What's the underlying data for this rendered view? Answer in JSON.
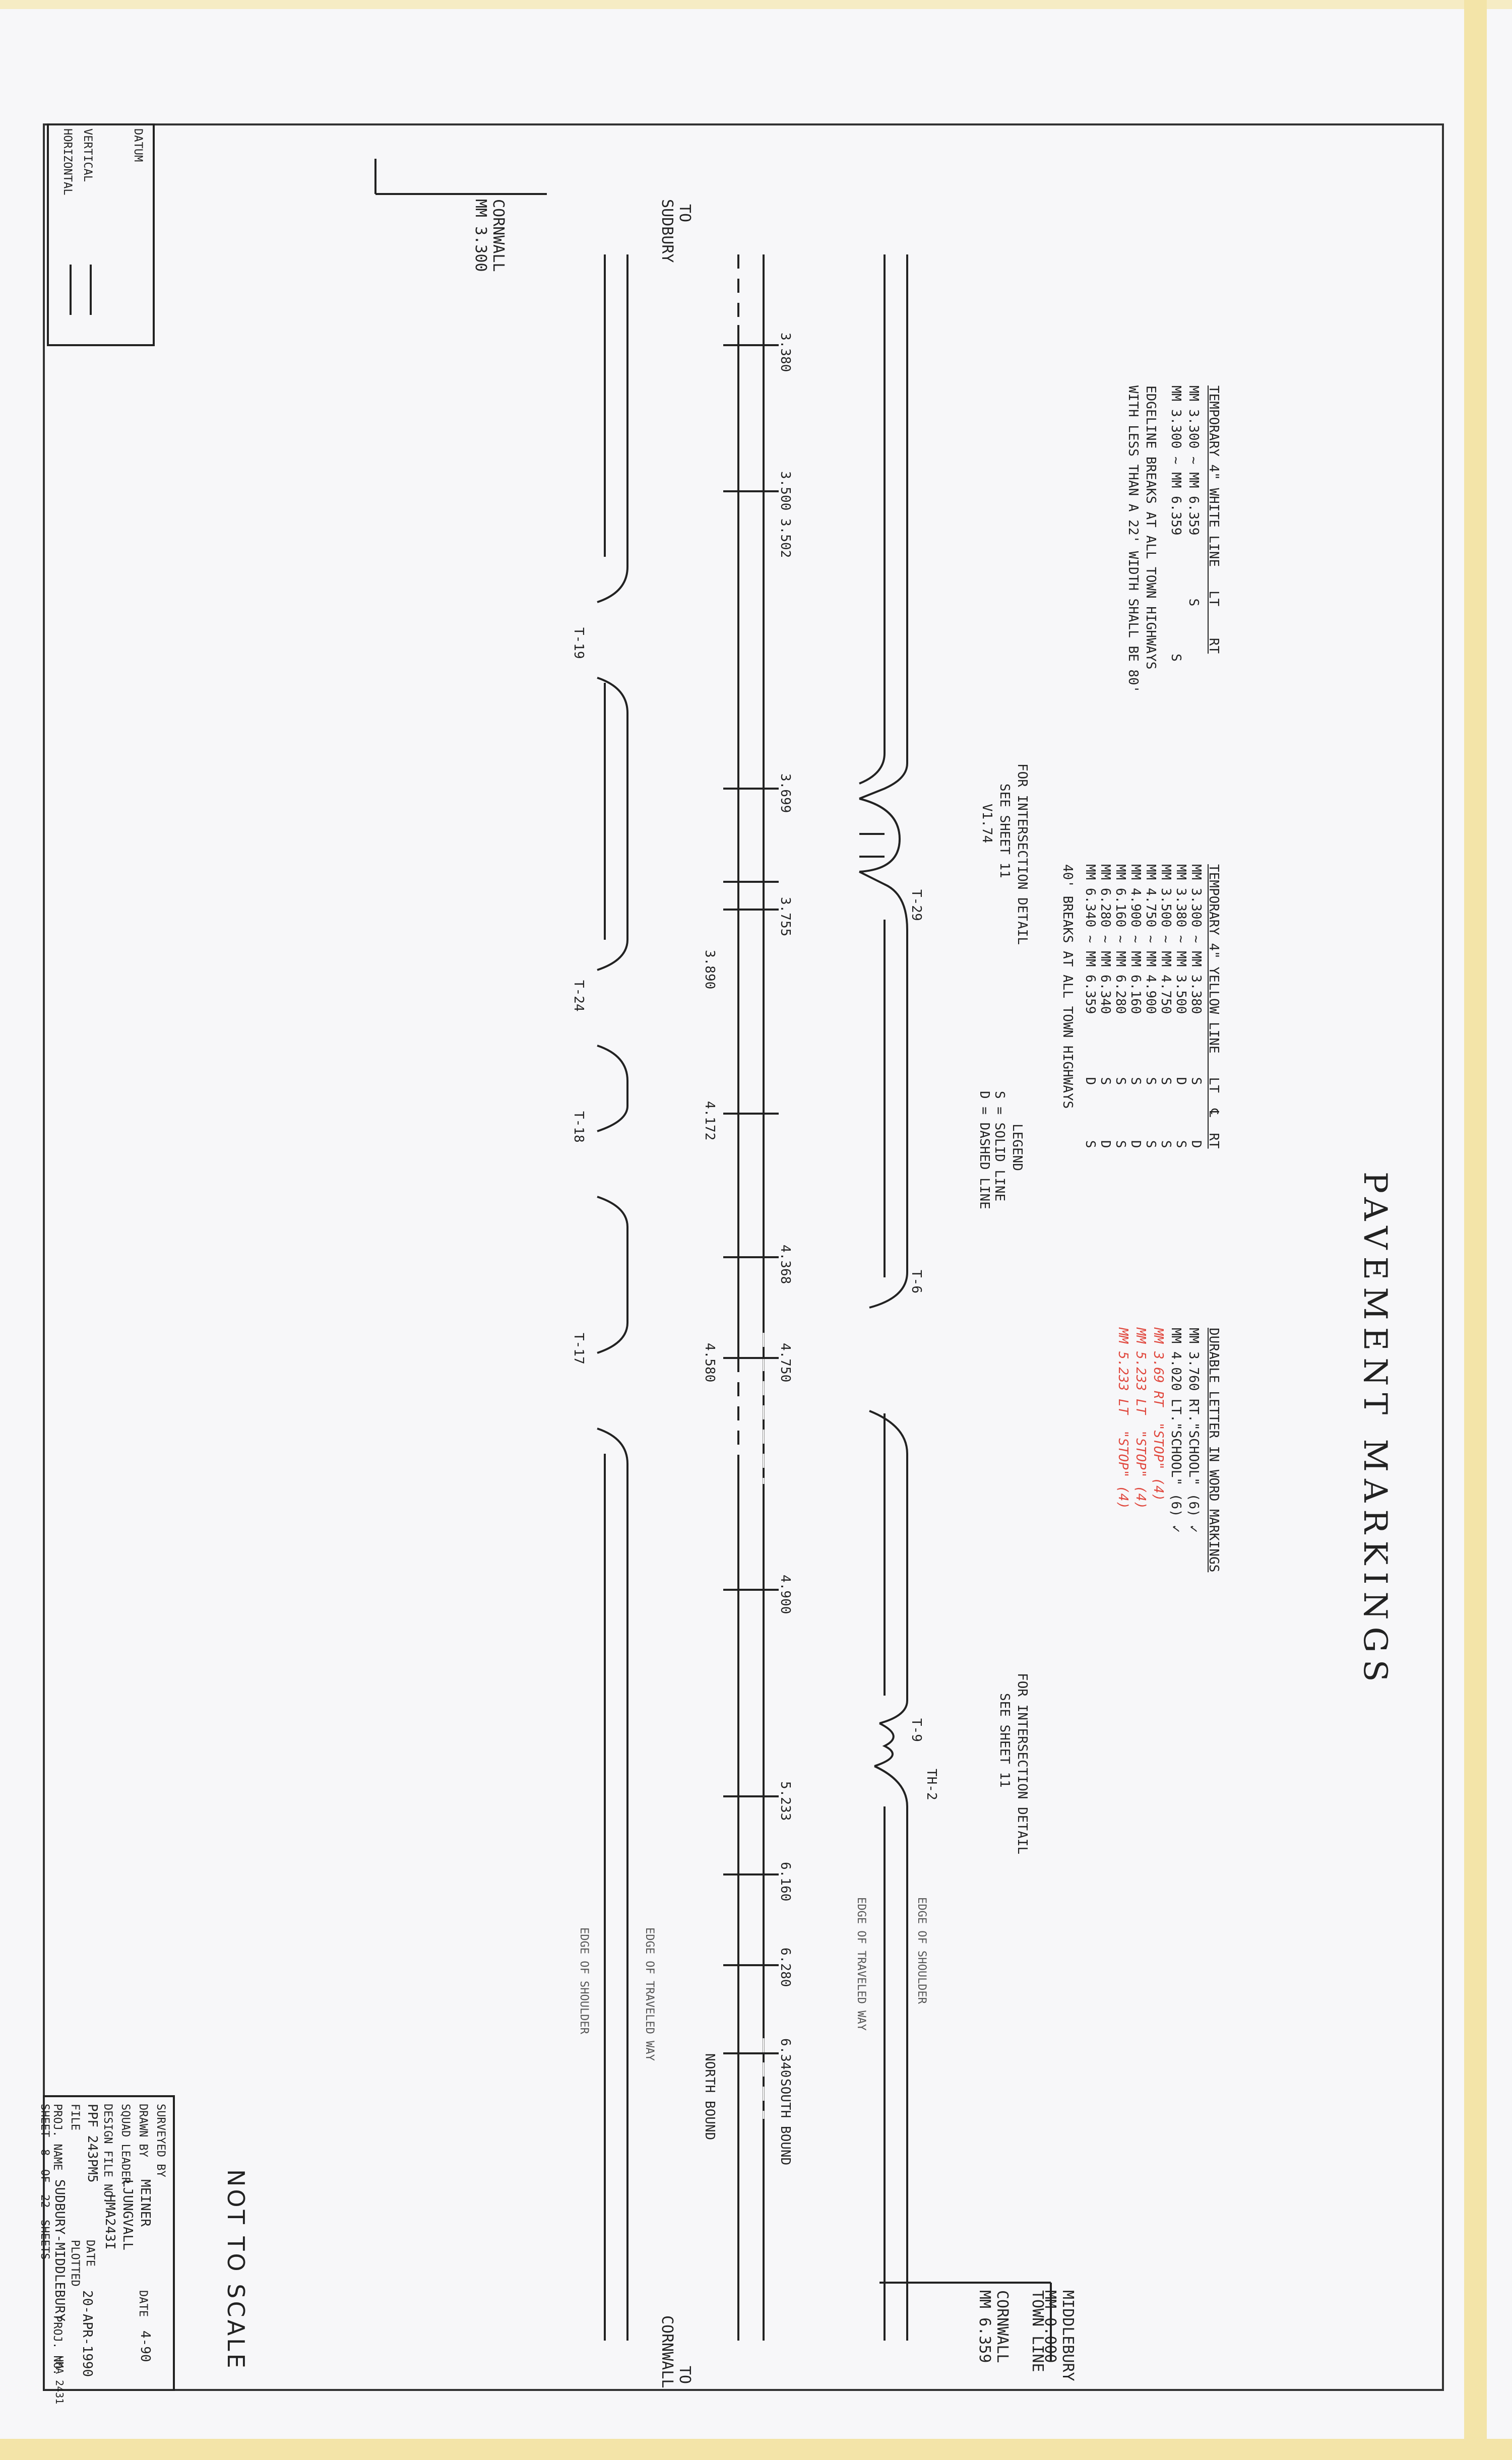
{
  "title": "PAVEMENT MARKINGS",
  "datum": {
    "heading": "DATUM",
    "vertical": "VERTICAL",
    "horizontal": "HORIZONTAL"
  },
  "ends": {
    "west_place": "CORNWALL",
    "west_mm": "MM 3.300",
    "west_dir_to": "TO",
    "west_dir_place": "SUDBURY",
    "east_town_line": "TOWN LINE",
    "east_place1": "CORNWALL",
    "east_mm1": "MM 6.359",
    "east_place2": "MIDDLEBURY",
    "east_mm2": "MM 0.000",
    "east_dir_to": "TO",
    "east_dir_place": "CORNWALL"
  },
  "white_line": {
    "header": "TEMPORARY 4\" WHITE LINE   LT    RT",
    "rows": [
      "MM 3.300 ~ MM 6.359        S",
      "MM 3.300 ~ MM 6.359               S"
    ],
    "note1": "EDGELINE BREAKS AT ALL TOWN HIGHWAYS",
    "note2": "WITH LESS THAN A 22' WIDTH SHALL BE 80'"
  },
  "yellow_line": {
    "header": "TEMPORARY 4\" YELLOW LINE   LT  ℄  RT",
    "rows": [
      "MM 3.300 ~ MM 3.380        S       D",
      "MM 3.380 ~ MM 3.500        D       S",
      "MM 3.500 ~ MM 4.750        S       S",
      "MM 4.750 ~ MM 4.900        S       S",
      "MM 4.900 ~ MM 6.160        S       D",
      "MM 6.160 ~ MM 6.280        S       S",
      "MM 6.280 ~ MM 6.340        S       D",
      "MM 6.340 ~ MM 6.359        D       S"
    ],
    "note": "40' BREAKS AT ALL TOWN HIGHWAYS"
  },
  "legend": {
    "heading": "LEGEND",
    "solid": "S = SOLID LINE",
    "dashed": "D = DASHED LINE"
  },
  "durable": {
    "header": "DURABLE LETTER IN WORD MARKINGS",
    "rows": [
      "MM 3.760 RT.\"SCHOOL\" (6) ✓",
      "MM 4.020 LT.\"SCHOOL\" (6) ✓"
    ],
    "handwritten": [
      "MM 3.69 RT  \"STOP\" (4)",
      "MM 5.233 LT  \"STOP\" (4)",
      "MM 5.233 LT  \"STOP\" (4)"
    ]
  },
  "intersection_note_1": {
    "line1": "FOR INTERSECTION DETAIL",
    "line2": "SEE SHEET 11",
    "station": "V1.74"
  },
  "intersection_note_2": {
    "line1": "FOR INTERSECTION DETAIL",
    "line2": "SEE SHEET 11"
  },
  "stations_top": [
    "3.380",
    "3.500 3.502",
    "3.699",
    "3.755",
    "4.368",
    "4.750",
    "4.900",
    "5.233",
    "6.160",
    "6.280",
    "6.340"
  ],
  "stations_bottom": [
    "3.890",
    "4.172",
    "4.580"
  ],
  "roads_north": [
    "T-29",
    "T-6",
    "T-9",
    "TH-2"
  ],
  "roads_south": [
    "T-19",
    "T-24",
    "T-18",
    "T-17"
  ],
  "edge_labels": {
    "edge_shoulder": "EDGE OF SHOULDER",
    "edge_traveled": "EDGE OF TRAVELED WAY"
  },
  "direction_labels": {
    "south": "SOUTH BOUND",
    "north": "NORTH BOUND"
  },
  "not_to_scale": "NOT TO SCALE",
  "titleblock": {
    "surveyed_by": "SURVEYED BY",
    "drawn_by": "DRAWN BY",
    "drawn_name": "MEINER",
    "date_label": "DATE",
    "drawn_date": "4-90",
    "squad_leader": "SQUAD LEADER",
    "squad_name": "LJUNGVALL",
    "design_file_no": "DESIGN FILE NO.",
    "design_file": "HMA243I",
    "ppf_file": "PPF 243PM5",
    "date2_label": "DATE",
    "file_label": "FILE",
    "plotted_label": "PLOTTED",
    "plotted_date": "20-APR-1990",
    "proj_name_label": "PROJ. NAME",
    "proj_name": "SUDBURY-MIDDLEBURY",
    "proj_no_label": "PROJ. NO.",
    "proj_no": "HMA 2431",
    "sheet_label": "SHEET",
    "sheet_no": "8",
    "of_label": "OF",
    "sheets_total": "22",
    "sheets_label": "SHEETS"
  }
}
